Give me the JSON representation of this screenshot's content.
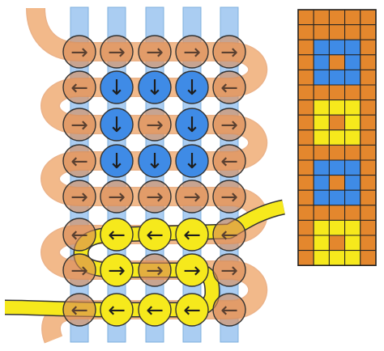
{
  "colors": {
    "warp_thread": "#aacdf2",
    "warp_stroke": "#7fb0de",
    "weft_thread": "#f3b98a",
    "weft_stroke": "#e7a676",
    "knot_orange": "#d98b55",
    "knot_blue": "#3f8be6",
    "knot_yellow": "#f6e91c",
    "yarn_yellow": "#f6e91c",
    "outline": "#333333",
    "grid_orange": "#e4872d",
    "grid_blue": "#3f8be6",
    "grid_yellow": "#f6e91c",
    "grid_line": "#222222"
  },
  "arrow_glyphs": {
    "right": "→",
    "left": "←",
    "down": "↓"
  },
  "knot_rows": [
    [
      "right:orange",
      "right:orange",
      "right:orange",
      "right:orange",
      "right:orange"
    ],
    [
      "left:orange",
      "down:blue",
      "down:blue",
      "down:blue",
      "left:orange"
    ],
    [
      "right:orange",
      "down:blue",
      "right:orange",
      "down:blue",
      "right:orange"
    ],
    [
      "left:orange",
      "down:blue",
      "down:blue",
      "down:blue",
      "left:orange"
    ],
    [
      "right:orange",
      "right:orange",
      "right:orange",
      "right:orange",
      "right:orange"
    ],
    [
      "left:orange",
      "left:yellow",
      "left:yellow",
      "left:yellow",
      "left:orange"
    ],
    [
      "right:orange",
      "right:yellow",
      "right:orange",
      "right:yellow",
      "right:orange"
    ],
    [
      "left:orange",
      "left:yellow",
      "left:yellow",
      "left:yellow",
      "left:orange"
    ]
  ],
  "pattern_grid": [
    "OOOOO",
    "OOOOO",
    "OBBBO",
    "OBOBO",
    "OBBBO",
    "OOOOO",
    "OYYYO",
    "OYOYO",
    "OYYYO",
    "OOOOO",
    "OBBBO",
    "OBOBO",
    "OBBBO",
    "OOOOO",
    "OYYYO",
    "OYOYO",
    "OYYYO"
  ]
}
